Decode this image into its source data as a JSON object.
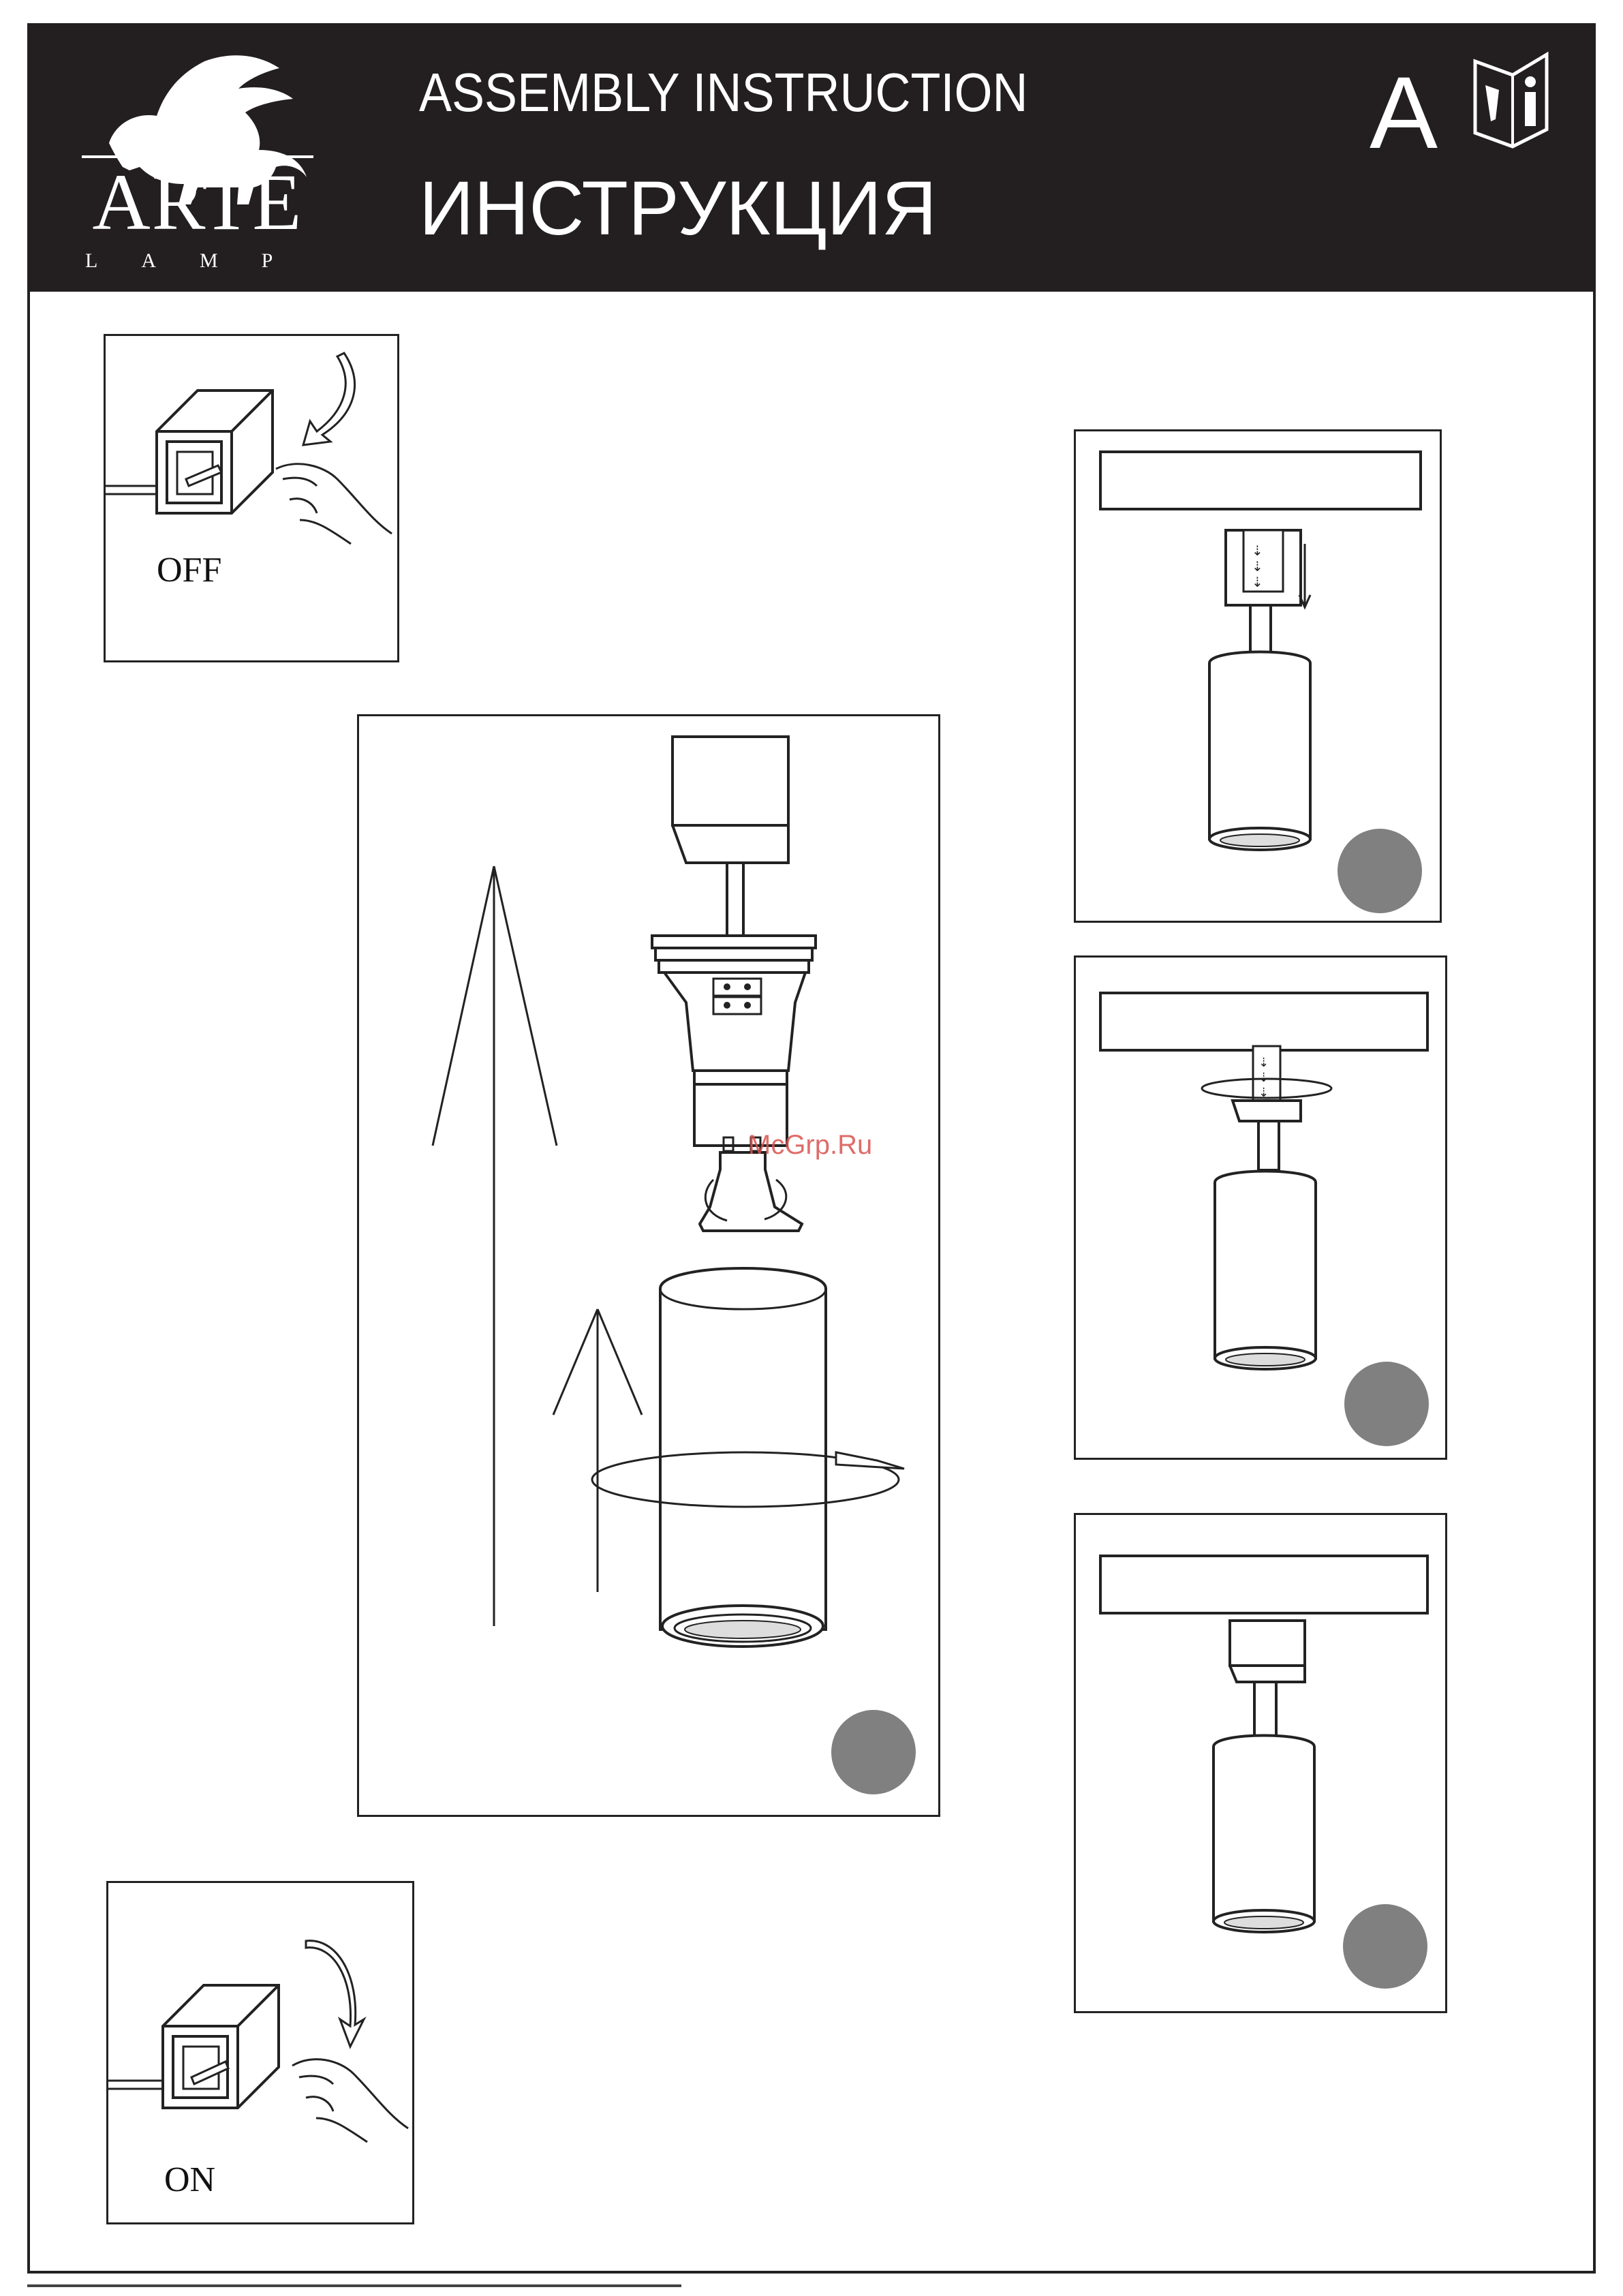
{
  "header": {
    "brand": "ARTE",
    "brand_sub": "LAMP",
    "title_en": "ASSEMBLY  INSTRUCTION",
    "title_ru": "ИНСТРУКЦИЯ",
    "section_letter": "A"
  },
  "steps": {
    "switch_off_label": "OFF",
    "switch_on_label": "ON"
  },
  "watermark": "McGrp.Ru",
  "colors": {
    "header_bg": "#231f20",
    "step_marker": "#808080",
    "line": "#222222"
  }
}
